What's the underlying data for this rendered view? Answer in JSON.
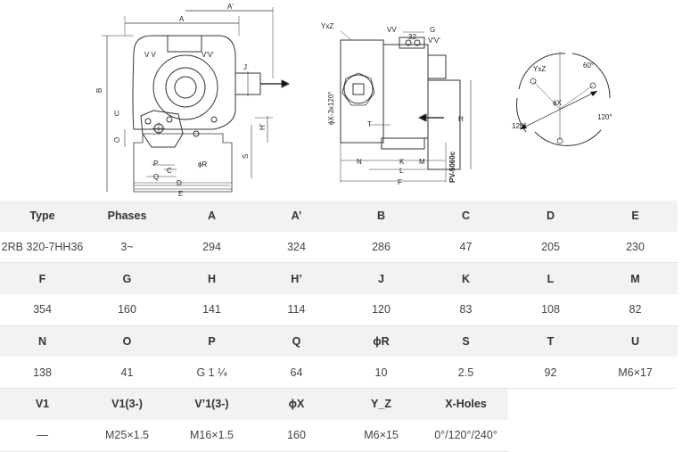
{
  "drawing": {
    "left_view": {
      "labels": [
        "A",
        "A'",
        "B",
        "V V",
        "V'V'",
        "J",
        "U",
        "O",
        "P",
        "C",
        "Q",
        "D",
        "E",
        "ϕR",
        "S",
        "H'"
      ]
    },
    "middle_view": {
      "labels": [
        "YxZ",
        "VV",
        "32",
        "G",
        "V'V'",
        "ϕX-3x120°",
        "T",
        "H",
        "N",
        "L",
        "K",
        "M",
        "F",
        "PV-5060c"
      ]
    },
    "right_view": {
      "labels": [
        "YxZ",
        "60°",
        "ϕX",
        "120°",
        "120°"
      ]
    }
  },
  "table": {
    "rows": [
      {
        "kind": "hdr",
        "cells": [
          "Type",
          "Phases",
          "A",
          "A’",
          "B",
          "C",
          "D",
          "E"
        ]
      },
      {
        "kind": "val",
        "cells": [
          "2RB 320-7HH36",
          "3~",
          "294",
          "324",
          "286",
          "47",
          "205",
          "230"
        ]
      },
      {
        "kind": "hdr",
        "cells": [
          "F",
          "G",
          "H",
          "H’",
          "J",
          "K",
          "L",
          "M"
        ]
      },
      {
        "kind": "val",
        "cells": [
          "354",
          "160",
          "141",
          "114",
          "120",
          "83",
          "108",
          "82"
        ]
      },
      {
        "kind": "hdr",
        "cells": [
          "N",
          "O",
          "P",
          "Q",
          "ϕR",
          "S",
          "T",
          "U"
        ]
      },
      {
        "kind": "val",
        "cells": [
          "138",
          "41",
          "G 1 ¼",
          "64",
          "10",
          "2.5",
          "92",
          "M6×17"
        ]
      },
      {
        "kind": "hdr",
        "cells": [
          "V1",
          "V1(3-)",
          "V’1(3-)",
          "ϕX",
          "Y_Z",
          "X-Holes",
          "",
          ""
        ]
      },
      {
        "kind": "val",
        "cells": [
          "—",
          "M25×1.5",
          "M16×1.5",
          "160",
          "M6×15",
          "0°/120°/240°",
          "",
          ""
        ]
      }
    ]
  }
}
